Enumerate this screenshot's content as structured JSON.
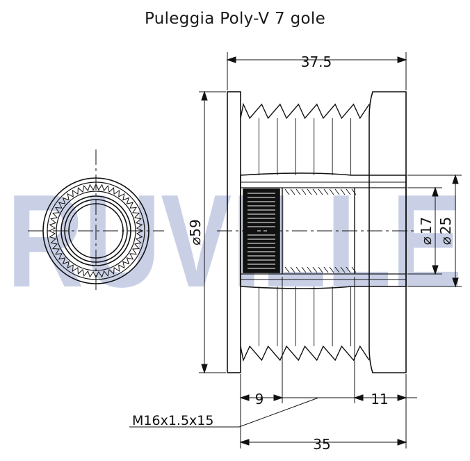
{
  "title": "Puleggia Poly-V 7 gole",
  "watermark": {
    "text": "RUVILLE",
    "color": "#c9d0e6"
  },
  "dimensions": {
    "overall_length": "37.5",
    "outer_diameter": "59",
    "bore_diameter": "17",
    "hub_diameter": "25",
    "thread_length": "9",
    "end_length": "11",
    "body_length": "35",
    "thread_spec": "M16x1.5x15",
    "diameter_symbol": "⌀"
  },
  "colors": {
    "line": "#111111",
    "watermark": "#c9d0e6"
  }
}
